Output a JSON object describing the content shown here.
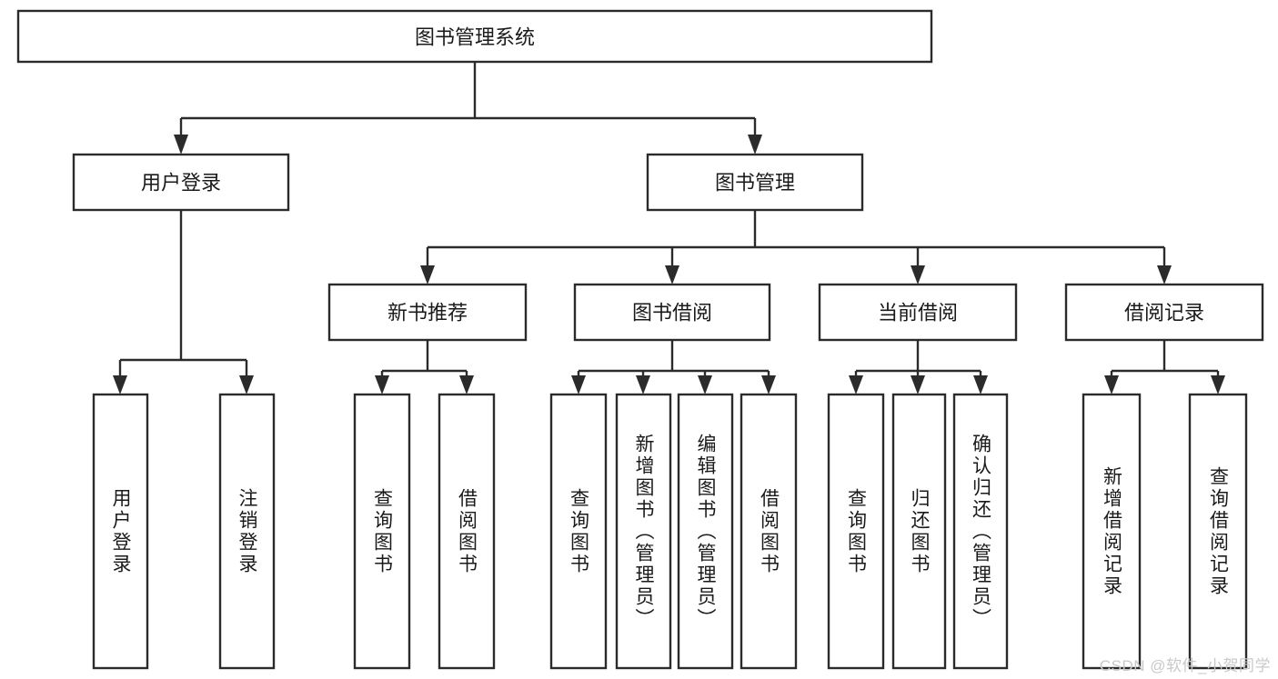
{
  "diagram": {
    "type": "tree-hierarchy-chart",
    "title": "图书管理系统",
    "watermark": "CSDN @软件_小贺同学",
    "colors": {
      "box_stroke": "#2b2b2b",
      "box_fill": "#ffffff",
      "text": "#1a1a1a",
      "background": "#ffffff",
      "watermark": "#c9c9c9"
    },
    "levels": {
      "root": {
        "label": "图书管理系统"
      },
      "level2": [
        {
          "id": "user-login",
          "label": "用户登录"
        },
        {
          "id": "book-manage",
          "label": "图书管理"
        }
      ],
      "level3": [
        {
          "id": "new-book-recommend",
          "label": "新书推荐",
          "parent": "book-manage"
        },
        {
          "id": "book-borrow",
          "label": "图书借阅",
          "parent": "book-manage"
        },
        {
          "id": "current-borrow",
          "label": "当前借阅",
          "parent": "book-manage"
        },
        {
          "id": "borrow-record",
          "label": "借阅记录",
          "parent": "book-manage"
        }
      ],
      "leaves": [
        {
          "id": "leaf-user-login",
          "label": "用户登录",
          "parent": "user-login"
        },
        {
          "id": "leaf-user-logout",
          "label": "注销登录",
          "parent": "user-login"
        },
        {
          "id": "leaf-query-book-1",
          "label": "查询图书",
          "parent": "new-book-recommend"
        },
        {
          "id": "leaf-borrow-book-1",
          "label": "借阅图书",
          "parent": "new-book-recommend"
        },
        {
          "id": "leaf-query-book-2",
          "label": "查询图书",
          "parent": "book-borrow"
        },
        {
          "id": "leaf-add-book",
          "label": "新增图书（管理员）",
          "parent": "book-borrow"
        },
        {
          "id": "leaf-edit-book",
          "label": "编辑图书（管理员）",
          "parent": "book-borrow"
        },
        {
          "id": "leaf-borrow-book-2",
          "label": "借阅图书",
          "parent": "book-borrow"
        },
        {
          "id": "leaf-query-book-3",
          "label": "查询图书",
          "parent": "current-borrow"
        },
        {
          "id": "leaf-return-book",
          "label": "归还图书",
          "parent": "current-borrow"
        },
        {
          "id": "leaf-confirm-return",
          "label": "确认归还（管理员）",
          "parent": "current-borrow"
        },
        {
          "id": "leaf-add-record",
          "label": "新增借阅记录",
          "parent": "borrow-record"
        },
        {
          "id": "leaf-query-record",
          "label": "查询借阅记录",
          "parent": "borrow-record"
        }
      ]
    }
  }
}
